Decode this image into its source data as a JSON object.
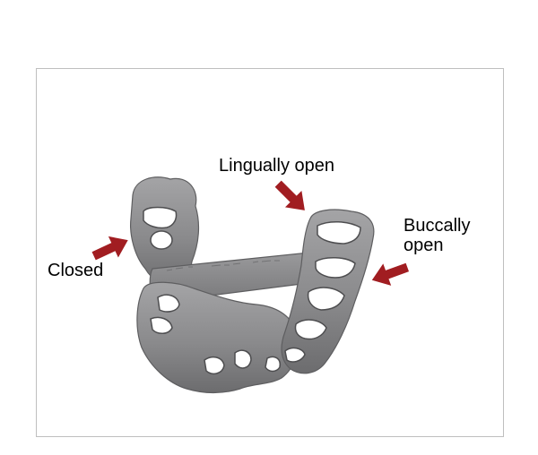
{
  "labels": {
    "lingually_open": "Lingually open",
    "buccally_open_line1": "Buccally",
    "buccally_open_line2": "open",
    "closed": "Closed"
  },
  "colors": {
    "arrow": "#a11d21",
    "guide": "#8a8a8c",
    "guide_dark": "#5e5e60",
    "frame_border": "#bfbfbf"
  },
  "icons": {
    "arrow": "arrow-icon",
    "guide": "surgical-guide-icon"
  }
}
